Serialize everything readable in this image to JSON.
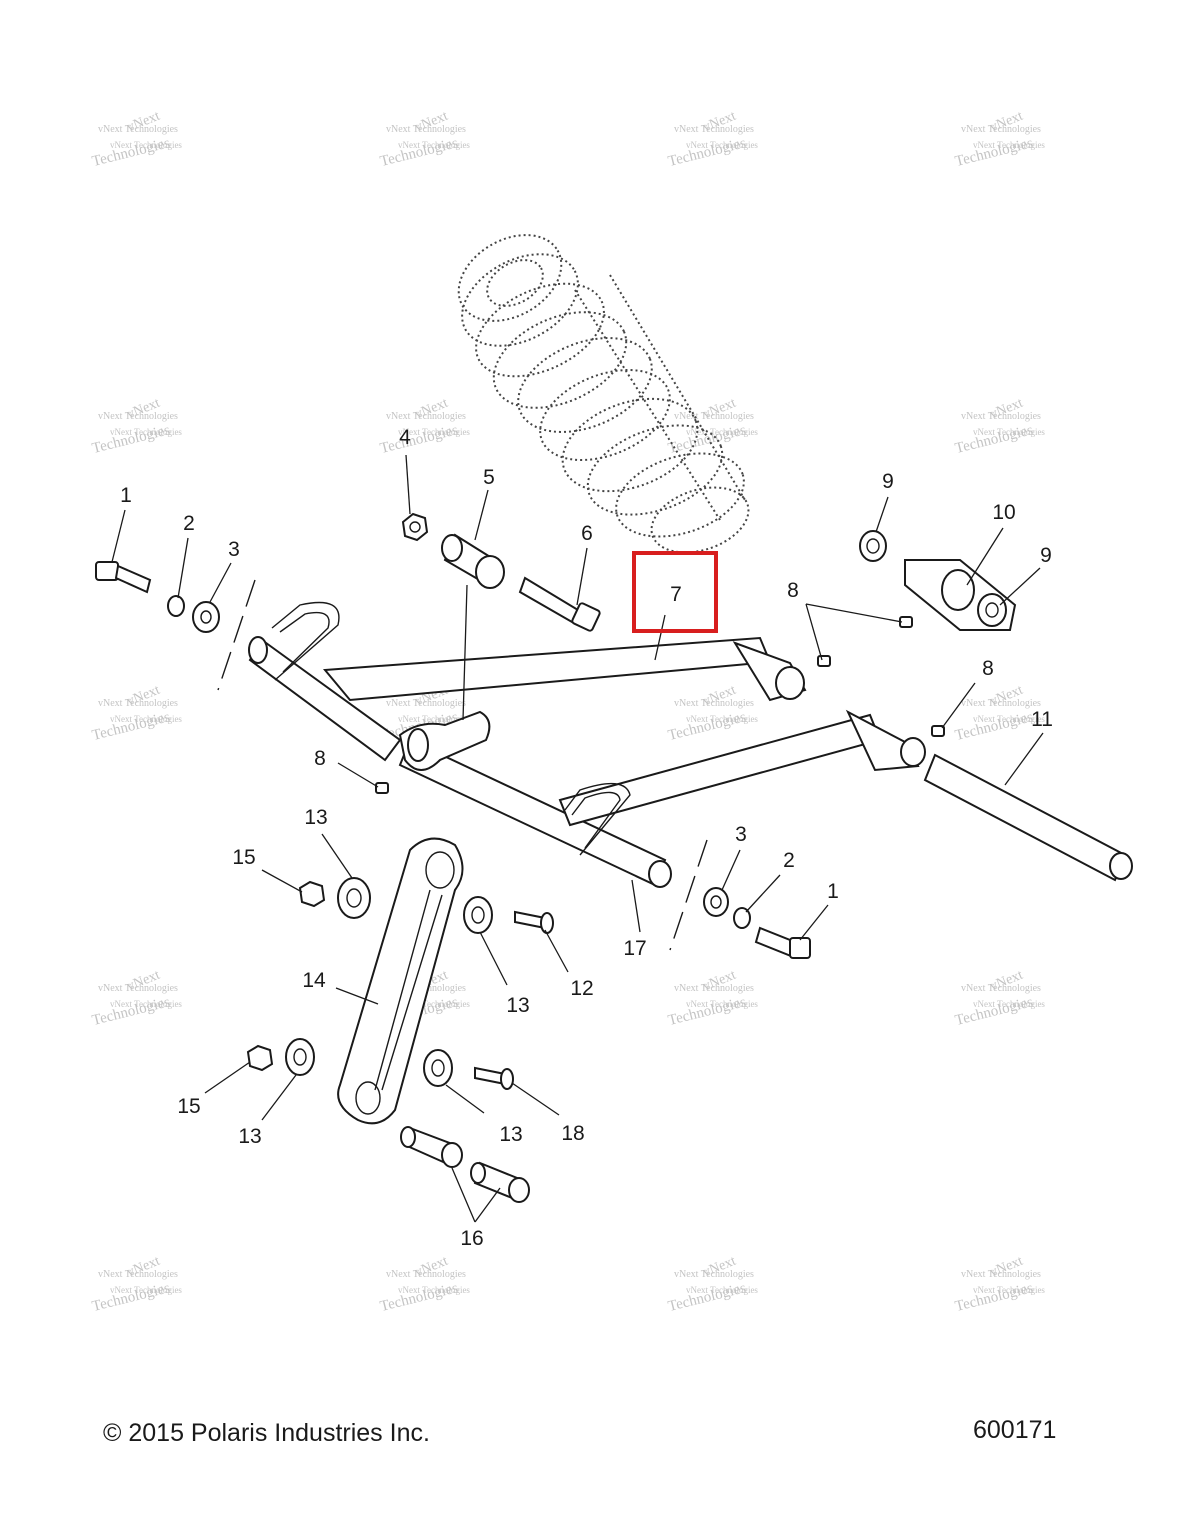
{
  "watermark": {
    "line1": "vNext Technologies",
    "line2": "Technologies",
    "overlay": "vNext"
  },
  "callouts": [
    {
      "text": "1"
    },
    {
      "text": "2"
    },
    {
      "text": "3"
    },
    {
      "text": "4"
    },
    {
      "text": "5"
    },
    {
      "text": "6"
    },
    {
      "text": "7"
    },
    {
      "text": "8"
    },
    {
      "text": "9"
    },
    {
      "text": "10"
    },
    {
      "text": "9"
    },
    {
      "text": "8"
    },
    {
      "text": "11"
    },
    {
      "text": "8"
    },
    {
      "text": "13"
    },
    {
      "text": "15"
    },
    {
      "text": "3"
    },
    {
      "text": "2"
    },
    {
      "text": "1"
    },
    {
      "text": "17"
    },
    {
      "text": "14"
    },
    {
      "text": "13"
    },
    {
      "text": "12"
    },
    {
      "text": "15"
    },
    {
      "text": "13"
    },
    {
      "text": "13"
    },
    {
      "text": "18"
    },
    {
      "text": "16"
    }
  ],
  "highlight": {
    "label": "7",
    "color": "#d81e1e"
  },
  "footer": {
    "copyright": "© 2015 Polaris Industries Inc.",
    "diagram_number": "600171"
  }
}
